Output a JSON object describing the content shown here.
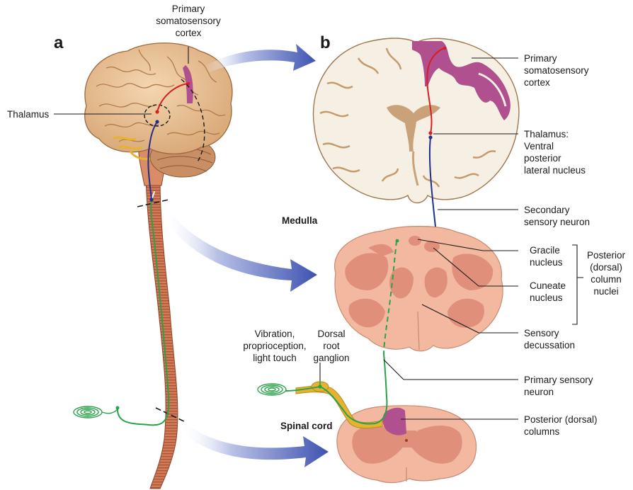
{
  "panels": {
    "a": "a",
    "b": "b"
  },
  "labels": {
    "primary_cortex_top": [
      "Primary",
      "somatosensory",
      "cortex"
    ],
    "thalamus": "Thalamus",
    "primary_cortex_right": [
      "Primary",
      "somatosensory",
      "cortex"
    ],
    "thalamus_vpl": [
      "Thalamus:",
      "Ventral",
      "posterior",
      "lateral nucleus"
    ],
    "secondary_neuron": [
      "Secondary",
      "sensory neuron"
    ],
    "medulla": "Medulla",
    "gracile": [
      "Gracile",
      "nucleus"
    ],
    "cuneate": [
      "Cuneate",
      "nucleus"
    ],
    "column_nuclei": [
      "Posterior",
      "(dorsal)",
      "column",
      "nuclei"
    ],
    "decussation": [
      "Sensory",
      "decussation"
    ],
    "receptors": [
      "Vibration,",
      "proprioception,",
      "light touch"
    ],
    "drg": [
      "Dorsal",
      "root",
      "ganglion"
    ],
    "primary_neuron": [
      "Primary sensory",
      "neuron"
    ],
    "spinal_cord": "Spinal cord",
    "dorsal_columns": [
      "Posterior (dorsal)",
      "columns"
    ]
  },
  "colors": {
    "brain": "#e9c39a",
    "brain_fold": "#b98a5c",
    "cortex_magenta": "#b0508f",
    "white_matter": "#f6efe3",
    "medulla_tissue": "#f2b9a0",
    "medulla_gray": "#e0907a",
    "spinal_cord": "#d9805e",
    "neuron_primary": "#2aa24a",
    "neuron_secondary": "#1f2f8a",
    "neuron_tertiary": "#d42020",
    "arrow": "#4a5fb8",
    "nerve_yellow": "#e6b330"
  }
}
